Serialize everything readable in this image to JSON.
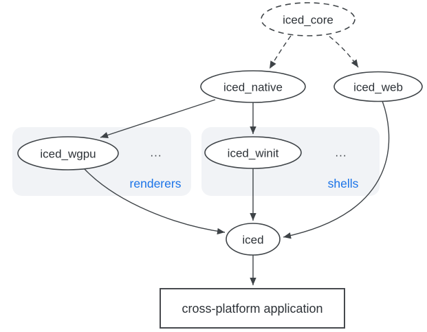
{
  "diagram": {
    "nodes": {
      "iced_core": {
        "label": "iced_core",
        "shape": "ellipse-dashed"
      },
      "iced_native": {
        "label": "iced_native",
        "shape": "ellipse"
      },
      "iced_web": {
        "label": "iced_web",
        "shape": "ellipse"
      },
      "iced_wgpu": {
        "label": "iced_wgpu",
        "shape": "ellipse"
      },
      "iced_winit": {
        "label": "iced_winit",
        "shape": "ellipse"
      },
      "iced": {
        "label": "iced",
        "shape": "ellipse"
      },
      "application": {
        "label": "cross-platform application",
        "shape": "rect"
      }
    },
    "groups": {
      "renderers": {
        "label": "renderers",
        "ellipsis": "...",
        "members": [
          "iced_wgpu"
        ]
      },
      "shells": {
        "label": "shells",
        "ellipsis": "...",
        "members": [
          "iced_winit"
        ]
      }
    },
    "edges": [
      {
        "from": "iced_core",
        "to": "iced_native",
        "style": "dashed"
      },
      {
        "from": "iced_core",
        "to": "iced_web",
        "style": "dashed"
      },
      {
        "from": "iced_native",
        "to": "iced_wgpu",
        "style": "solid"
      },
      {
        "from": "iced_native",
        "to": "iced_winit",
        "style": "solid"
      },
      {
        "from": "iced_wgpu",
        "to": "iced",
        "style": "solid"
      },
      {
        "from": "iced_winit",
        "to": "iced",
        "style": "solid"
      },
      {
        "from": "iced_web",
        "to": "iced",
        "style": "solid"
      },
      {
        "from": "iced",
        "to": "application",
        "style": "solid"
      }
    ],
    "colors": {
      "background": "#ffffff",
      "stroke": "#3e4347",
      "text": "#2d3237",
      "accent_blue": "#1a73e8",
      "group_fill": "#f1f3f6"
    }
  }
}
